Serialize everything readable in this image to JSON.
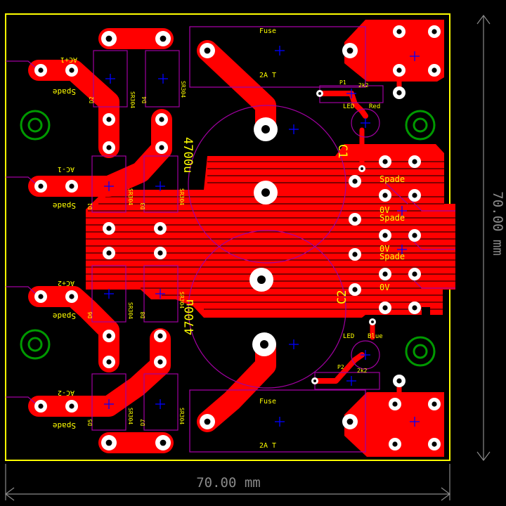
{
  "colors": {
    "background": "#000000",
    "copper": "#ff0000",
    "silkscreen": "#ffff00",
    "outline": "#ffff00",
    "courtyard": "#a000a0",
    "mounting": "#009900",
    "marker": "#0000ff",
    "dimension": "#8a8a8a",
    "pad": "#ffffff"
  },
  "dimensions": {
    "width_label": "70.00 mm",
    "height_label": "70.00 mm"
  },
  "fuses": [
    {
      "label": "Fuse",
      "rating": "2A T"
    },
    {
      "label": "Fuse",
      "rating": "2A T"
    }
  ],
  "capacitors": [
    {
      "ref": "C1",
      "value": "4700u"
    },
    {
      "ref": "C2",
      "value": "4700u"
    }
  ],
  "leds": [
    {
      "ref": "P1",
      "label": "LED",
      "color": "Red",
      "resistor": "2k2"
    },
    {
      "ref": "P2",
      "label": "LED",
      "color": "Blue",
      "resistor": "2k2"
    }
  ],
  "diodes": [
    {
      "ref": "D1",
      "part": "SR304"
    },
    {
      "ref": "D2",
      "part": "SR304"
    },
    {
      "ref": "D3",
      "part": "SR304"
    },
    {
      "ref": "D4",
      "part": "SR304"
    },
    {
      "ref": "D5",
      "part": "SR304"
    },
    {
      "ref": "D6",
      "part": "SR304"
    },
    {
      "ref": "D7",
      "part": "SR304"
    },
    {
      "ref": "D8",
      "part": "SR304"
    }
  ],
  "ac_inputs": [
    {
      "label": "AC+1",
      "connector": "Spade"
    },
    {
      "label": "AC-1",
      "connector": "Spade"
    },
    {
      "label": "AC+2",
      "connector": "Spade"
    },
    {
      "label": "AC-2",
      "connector": "Spade"
    }
  ],
  "outputs": [
    {
      "connector": "Spade",
      "net": "0V"
    },
    {
      "connector": "Spade",
      "net": "0V"
    },
    {
      "connector": "Spade",
      "net": "0V"
    }
  ]
}
